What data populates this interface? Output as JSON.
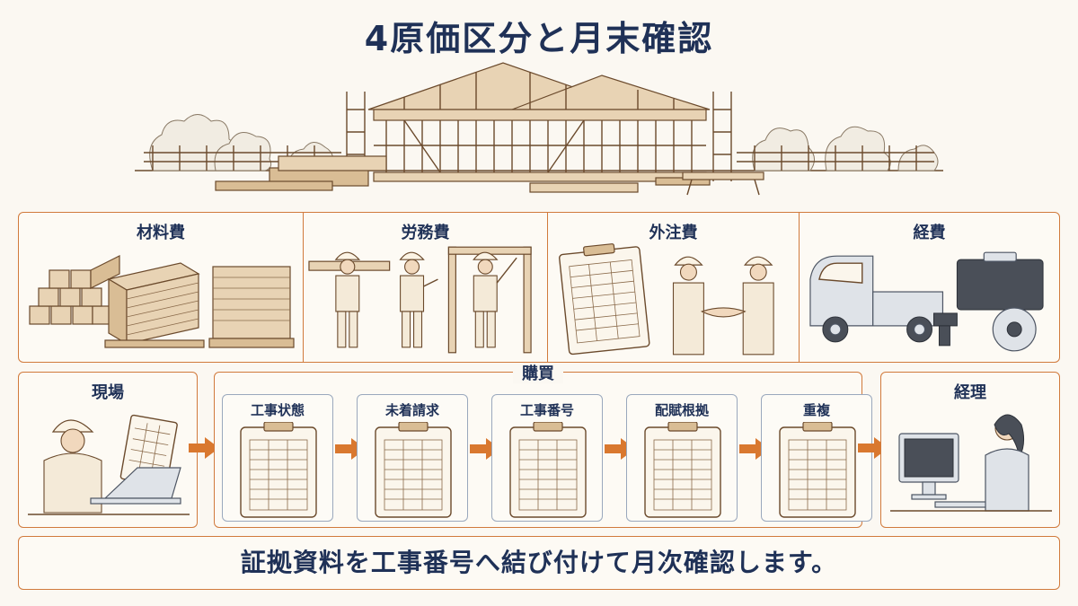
{
  "title": "4原価区分と月末確認",
  "cost_categories": [
    {
      "label": "材料費"
    },
    {
      "label": "労務費"
    },
    {
      "label": "外注費"
    },
    {
      "label": "経費"
    }
  ],
  "flow": {
    "site": {
      "label": "現場"
    },
    "purchase": {
      "label": "購買",
      "steps": [
        {
          "label": "工事状態"
        },
        {
          "label": "未着請求"
        },
        {
          "label": "工事番号"
        },
        {
          "label": "配賦根拠"
        },
        {
          "label": "重複"
        }
      ]
    },
    "accounting": {
      "label": "経理"
    }
  },
  "footer": "証拠資料を工事番号へ結び付けて月次確認します。",
  "colors": {
    "accent": "#d17a3c",
    "navy": "#1f3157",
    "arrow": "#d9782f"
  }
}
